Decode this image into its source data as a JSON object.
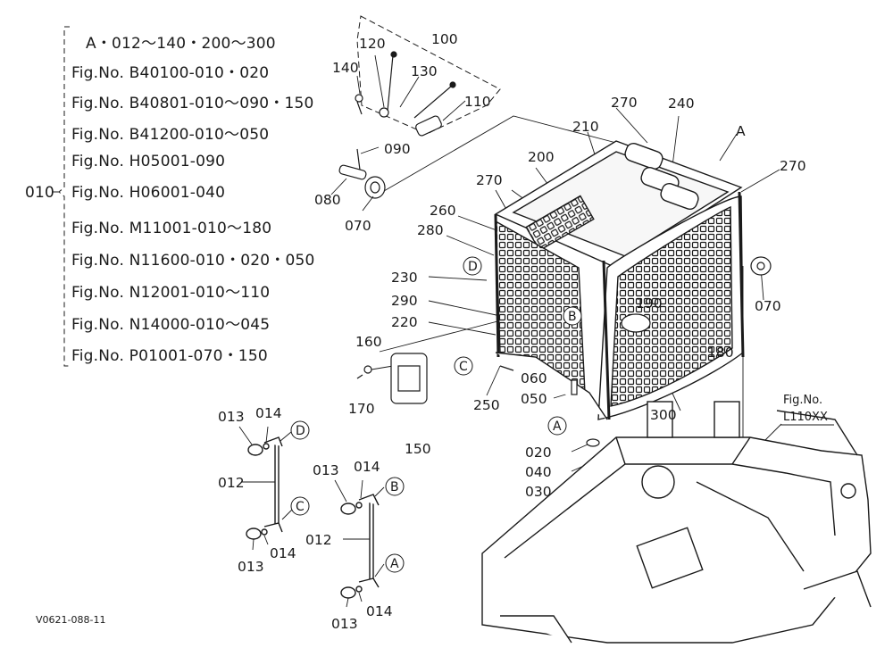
{
  "legend": {
    "group_number": "010",
    "header": "A・012～140・200～300",
    "figure_refs": [
      "Fig.No. B40100-010・020",
      "Fig.No. B40801-010～090・150",
      "Fig.No. B41200-010～050",
      "Fig.No. H05001-090",
      "Fig.No. H06001-040",
      "Fig.No. M11001-010～180",
      "Fig.No. N11600-010・020・050",
      "Fig.No. N12001-010～110",
      "Fig.No. N14000-010～045",
      "Fig.No. P01001-070・150"
    ]
  },
  "part_numbers": {
    "p100": "100",
    "p110": "110",
    "p120": "120",
    "p130": "130",
    "p140": "140",
    "p090": "090",
    "p080": "080",
    "p070a": "070",
    "p070b": "070",
    "p210": "210",
    "p270a": "270",
    "p240": "240",
    "pA_top": "A",
    "p270b": "270",
    "p200": "200",
    "p270c": "270",
    "p260": "260",
    "p280": "280",
    "p230": "230",
    "p290": "290",
    "p220": "220",
    "p190": "190",
    "p180": "180",
    "p160": "160",
    "p170": "170",
    "p150": "150",
    "p060": "060",
    "p050": "050",
    "p250": "250",
    "p300": "300",
    "p020": "020",
    "p040": "040",
    "p030": "030",
    "p013a": "013",
    "p014a": "014",
    "p012a": "012",
    "p013b": "013",
    "p014b": "014",
    "p013c": "013",
    "p014c": "014",
    "p012b": "012",
    "p013d": "013",
    "p014d": "014"
  },
  "callouts": {
    "D1": "D",
    "C1": "C",
    "B1": "B",
    "A1": "A",
    "D2": "D",
    "C2": "C",
    "B2": "B",
    "A2": "A"
  },
  "reference": {
    "line1": "Fig.No.",
    "line2": "L110XX"
  },
  "drawing_code": "V0621-088-11"
}
